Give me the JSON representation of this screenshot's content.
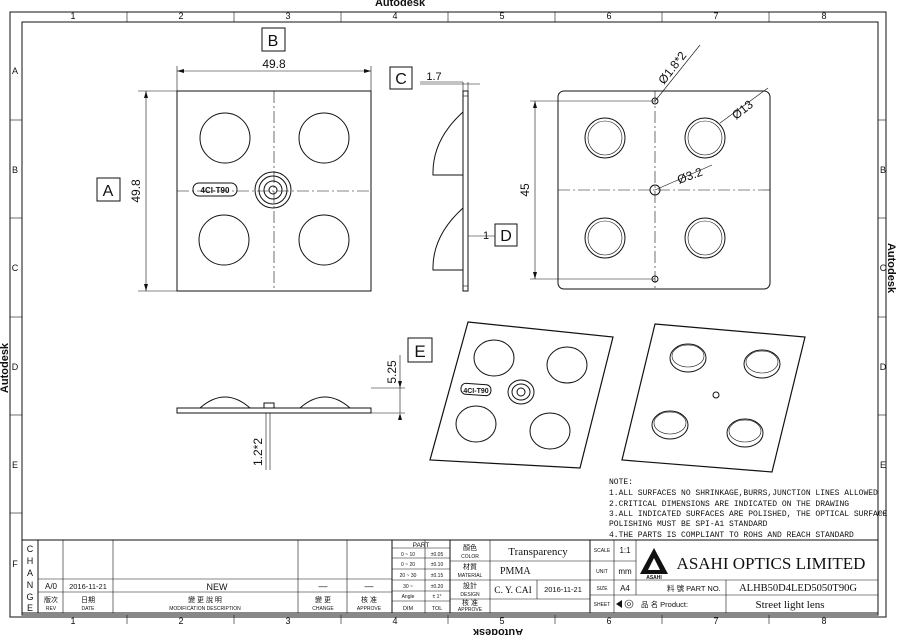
{
  "watermark": {
    "top": "Autodesk",
    "left": "Autodesk",
    "right": "Autodesk",
    "bottom": "Autodesk"
  },
  "grid": {
    "columns": [
      "1",
      "2",
      "3",
      "4",
      "5",
      "6",
      "7",
      "8"
    ],
    "rows": [
      "A",
      "B",
      "C",
      "D",
      "E",
      "F"
    ]
  },
  "views": {
    "B": {
      "letter": "B",
      "dim": "49.8"
    },
    "A": {
      "letter": "A",
      "dim": "49.8",
      "marking": "4CI-T90"
    },
    "C": {
      "letter": "C",
      "dim": "1.7"
    },
    "D": {
      "letter": "D",
      "dim": "1"
    },
    "E": {
      "letter": "E",
      "dim_height": "5.25",
      "dim_hole": "1.2*2",
      "marking": "4CI-T90"
    },
    "rear": {
      "dim_45": "45",
      "dim_hole_small": "Ø1.8*2",
      "dim_hole_big": "Ø13",
      "dim_center": "Ø3.2"
    }
  },
  "notes": {
    "title": "NOTE:",
    "lines": [
      "1.ALL SURFACES NO SHRINKAGE,BURRS,JUNCTION LINES ALLOWED",
      "2.CRITICAL DIMENSIONS ARE INDICATED ON THE DRAWING",
      "3.ALL INDICATED SURFACES ARE POLISHED, THE OPTICAL SURFACE",
      "POLISHING MUST BE SPI-A1 STANDARD",
      "4.THE PARTS IS COMPLIANT TO ROHS AND REACH STANDARD"
    ]
  },
  "title_block": {
    "change_letters": [
      "C",
      "H",
      "A",
      "N",
      "G",
      "E"
    ],
    "rev": "A/0",
    "date": "2016-11-21",
    "description": "NEW",
    "change_mark": "—",
    "approve_mark": "—",
    "hdr_rev": "版次",
    "hdr_rev_en": "REV",
    "hdr_date": "日期",
    "hdr_date_en": "DATE",
    "hdr_desc": "變 更 說 明",
    "hdr_desc_en": "MODIFICATION DESCRIPTION",
    "hdr_change": "變 更",
    "hdr_change_en": "CHANGE",
    "hdr_approve": "核 准",
    "hdr_approve_en": "APPROVE",
    "tol_header": "PART",
    "tol_rows": [
      {
        "range": "0 ~ 10",
        "tol": "±0.05"
      },
      {
        "range": "0 ~ 20",
        "tol": "±0.10"
      },
      {
        "range": "20 ~ 30",
        "tol": "±0.15"
      },
      {
        "range": "30 ~",
        "tol": "±0.20"
      },
      {
        "range": "Angle",
        "tol": "± 1°"
      }
    ],
    "tol_dim": "DIM",
    "tol_tol": "TOL",
    "color_label": "顏色",
    "color_label_en": "COLOR",
    "color_value": "Transparency",
    "material_label": "材質",
    "material_label_en": "MATERIAL",
    "material_value": "PMMA",
    "design_label": "設計",
    "design_label_en": "DESIGN",
    "designer": "C. Y. CAI",
    "design_date": "2016-11-21",
    "approve_label": "核 准",
    "approve_label_en": "APPROVE",
    "scale_label": "SCALE",
    "scale_value": "1:1",
    "unit_label": "UNIT",
    "unit_value": "mm",
    "size_label": "SIZE",
    "size_value": "A4",
    "sheet_label": "SHEET",
    "company": "ASAHI OPTICS LIMITED",
    "logo_text": "ASAHI",
    "part_no_label": "料 號 PART NO.",
    "part_no": "ALHB50D4LED5050T90G",
    "product_label": "品 名 Product:",
    "product": "Street light lens"
  }
}
